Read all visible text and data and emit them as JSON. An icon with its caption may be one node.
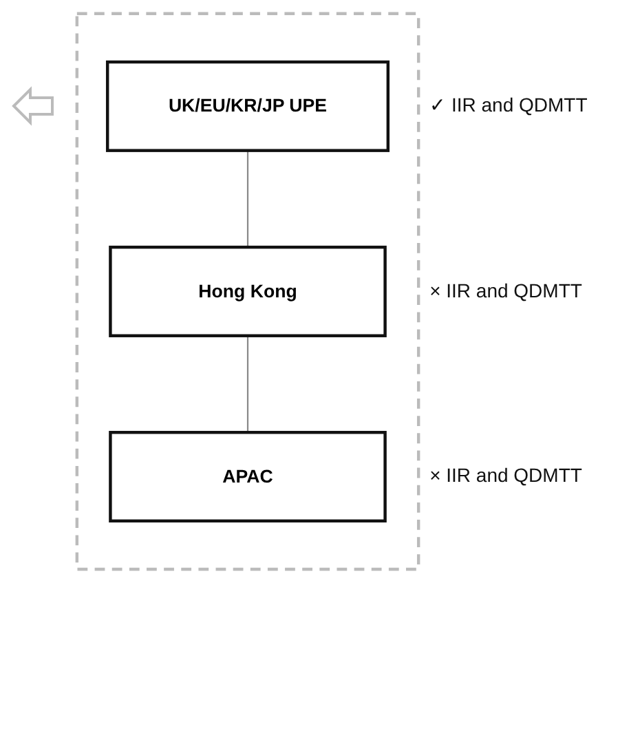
{
  "diagram": {
    "nodes": [
      {
        "text": [],
        "shape": "box"
      },
      {
        "text": [
          "UK/EU/KR/JP UPE"
        ],
        "in": 0,
        "beside": [
          "✓ IIR and QDMTT"
        ]
      },
      {
        "text": [
          "Hong Kong"
        ],
        "in": 0,
        "beside": [
          "× IIR and QDMTT"
        ]
      },
      {
        "text": [
          "APAC"
        ],
        "in": 0,
        "beside": [
          "× IIR and QDMTT"
        ]
      }
    ],
    "edges": [
      {
        "from": 1,
        "to": 2,
        "arrow": "none"
      },
      {
        "from": 2,
        "to": 3,
        "arrow": "none"
      }
    ]
  }
}
